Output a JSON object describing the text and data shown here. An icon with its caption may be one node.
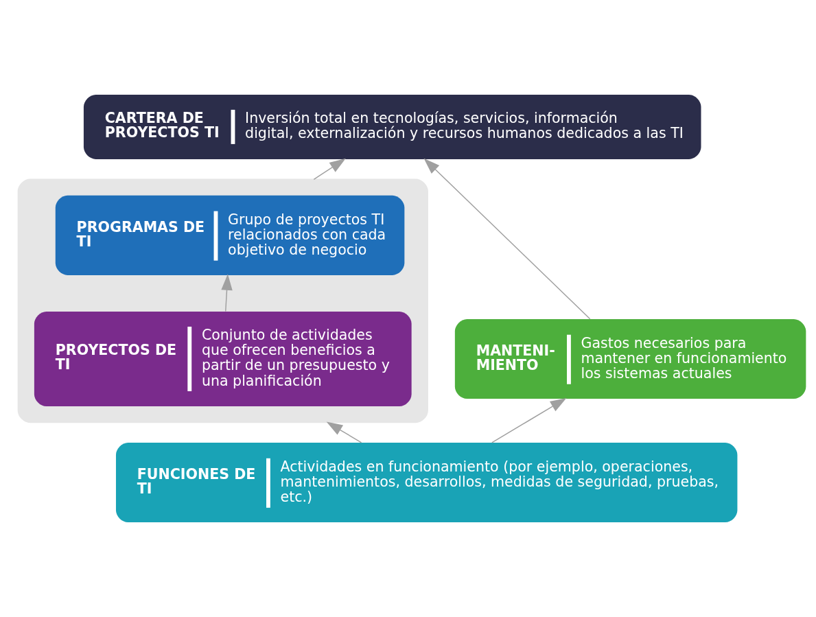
{
  "diagram": {
    "nodes": [
      {
        "text": [
          "CARTERA DE PROYECTOS TI",
          "Inversión total en tecnologías, servicios, información digital, externalización y recursos humanos dedicados a las TI"
        ]
      },
      {
        "text": [],
        "shape": "box"
      },
      {
        "text": [
          "PROGRAMAS DE TI",
          "Grupo de proyectos TI relacionados con cada objetivo de negocio"
        ],
        "in": 1
      },
      {
        "text": [
          "PROYECTOS DE TI",
          "Conjunto de actividades que ofrecen beneficios a partir de un presupuesto y una planificación"
        ],
        "in": 1
      },
      {
        "text": [
          "MANTENI- MIENTO",
          "Gastos necesarios para mantener en funcionamiento los sistemas actuales"
        ]
      },
      {
        "text": [
          "FUNCIONES DE TI",
          "Actividades en funcionamiento (por ejemplo, operaciones, mantenimientos, desarrollos, medidas de seguridad, pruebas, etc.)"
        ]
      }
    ],
    "edges": [
      {
        "from": 1,
        "to": 0,
        "arrow": "to"
      },
      {
        "from": 4,
        "to": 0,
        "arrow": "to"
      },
      {
        "from": 3,
        "to": 2,
        "arrow": "to"
      },
      {
        "from": 5,
        "to": 1,
        "arrow": "to"
      },
      {
        "from": 5,
        "to": 4,
        "arrow": "to"
      }
    ]
  }
}
